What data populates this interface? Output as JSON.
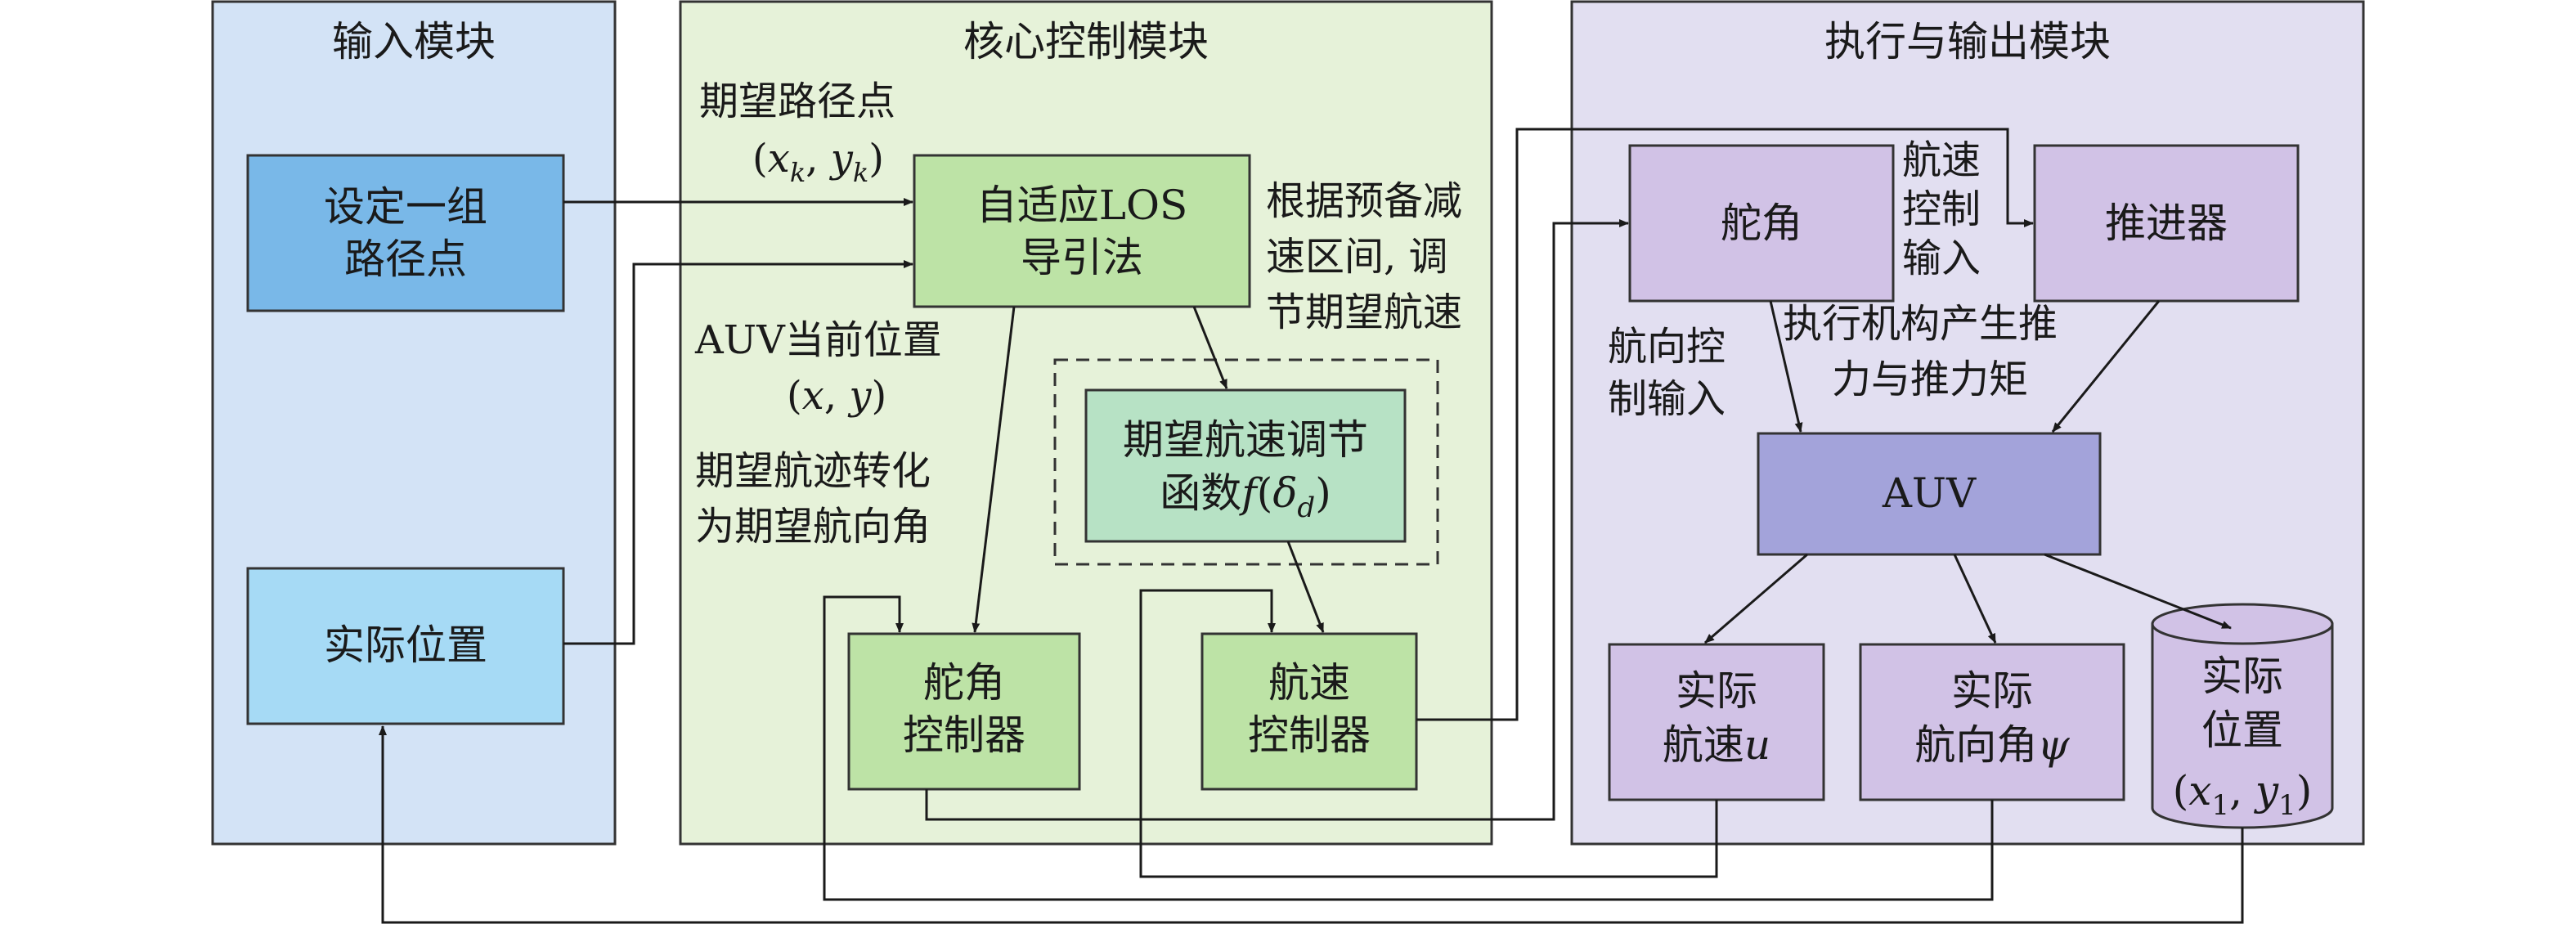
{
  "colors": {
    "input_module_bg": "#d3e3f6",
    "core_module_bg": "#e6f2d9",
    "exec_module_bg": "#e2dff1",
    "waypoint_box": "#79b8e8",
    "position_box": "#a6daf5",
    "los_box": "#bde3a6",
    "speed_func_box": "#b7e2c5",
    "controller_box": "#bde3a6",
    "exec_box": "#d1c2e6",
    "auv_box": "#a3a3da",
    "line": "#1a1a1a"
  },
  "modules": {
    "input": "输入模块",
    "core": "核心控制模块",
    "exec": "执行与输出模块"
  },
  "boxes": {
    "waypoints_1": "设定一组",
    "waypoints_2": "路径点",
    "actual_position": "实际位置",
    "los_1": "自适应LOS",
    "los_2": "导引法",
    "speed_func_1": "期望航速调节",
    "speed_func_2": "函数",
    "speed_func_f": "f",
    "speed_func_arg": "δ",
    "speed_func_sub": "d",
    "rudder_ctrl_1": "舵角",
    "rudder_ctrl_2": "控制器",
    "speed_ctrl_1": "航速",
    "speed_ctrl_2": "控制器",
    "rudder": "舵角",
    "thruster": "推进器",
    "auv": "AUV",
    "out_speed_1": "实际",
    "out_speed_2": "航速",
    "out_speed_var": "u",
    "out_heading_1": "实际",
    "out_heading_2": "航向角",
    "out_heading_var": "ψ",
    "out_pos_1": "实际",
    "out_pos_2": "位置",
    "out_pos_x": "x",
    "out_pos_x_sub": "1",
    "out_pos_y": "y",
    "out_pos_y_sub": "1"
  },
  "labels": {
    "desired_waypoint": "期望路径点",
    "wp_x": "x",
    "wp_x_sub": "k",
    "wp_y": "y",
    "wp_y_sub": "k",
    "auv_current_pos": "AUV当前位置",
    "cur_x": "x",
    "cur_y": "y",
    "track_to_heading_1": "期望航迹转化",
    "track_to_heading_2": "为期望航向角",
    "decel_1": "根据预备减",
    "decel_2": "速区间, 调",
    "decel_3": "节期望航速",
    "speed_ctrl_in_1": "航速",
    "speed_ctrl_in_2": "控制",
    "speed_ctrl_in_3": "输入",
    "heading_ctrl_in_1": "航向控",
    "heading_ctrl_in_2": "制输入",
    "actuator_1": "执行机构产生推",
    "actuator_2": "力与推力矩"
  }
}
